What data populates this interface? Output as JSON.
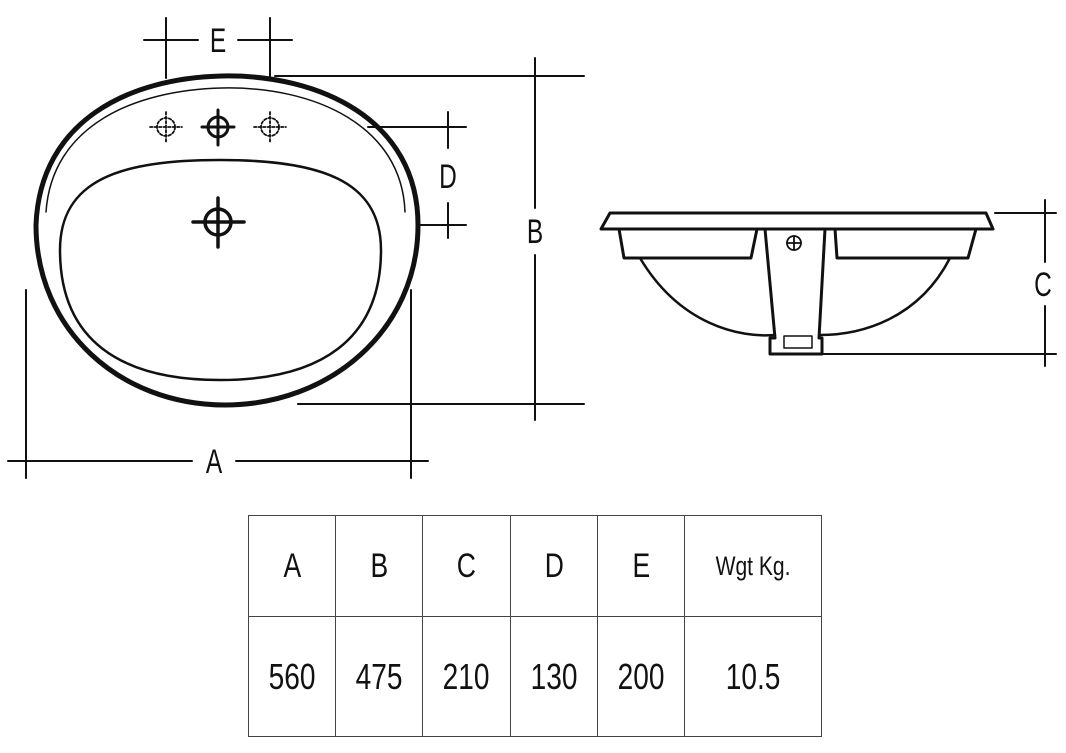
{
  "dimension_labels": {
    "A": "A",
    "B": "B",
    "C": "C",
    "D": "D",
    "E": "E"
  },
  "table": {
    "headers": [
      "A",
      "B",
      "C",
      "D",
      "E",
      "Wgt Kg."
    ],
    "values": [
      "560",
      "475",
      "210",
      "130",
      "200",
      "10.5"
    ]
  }
}
